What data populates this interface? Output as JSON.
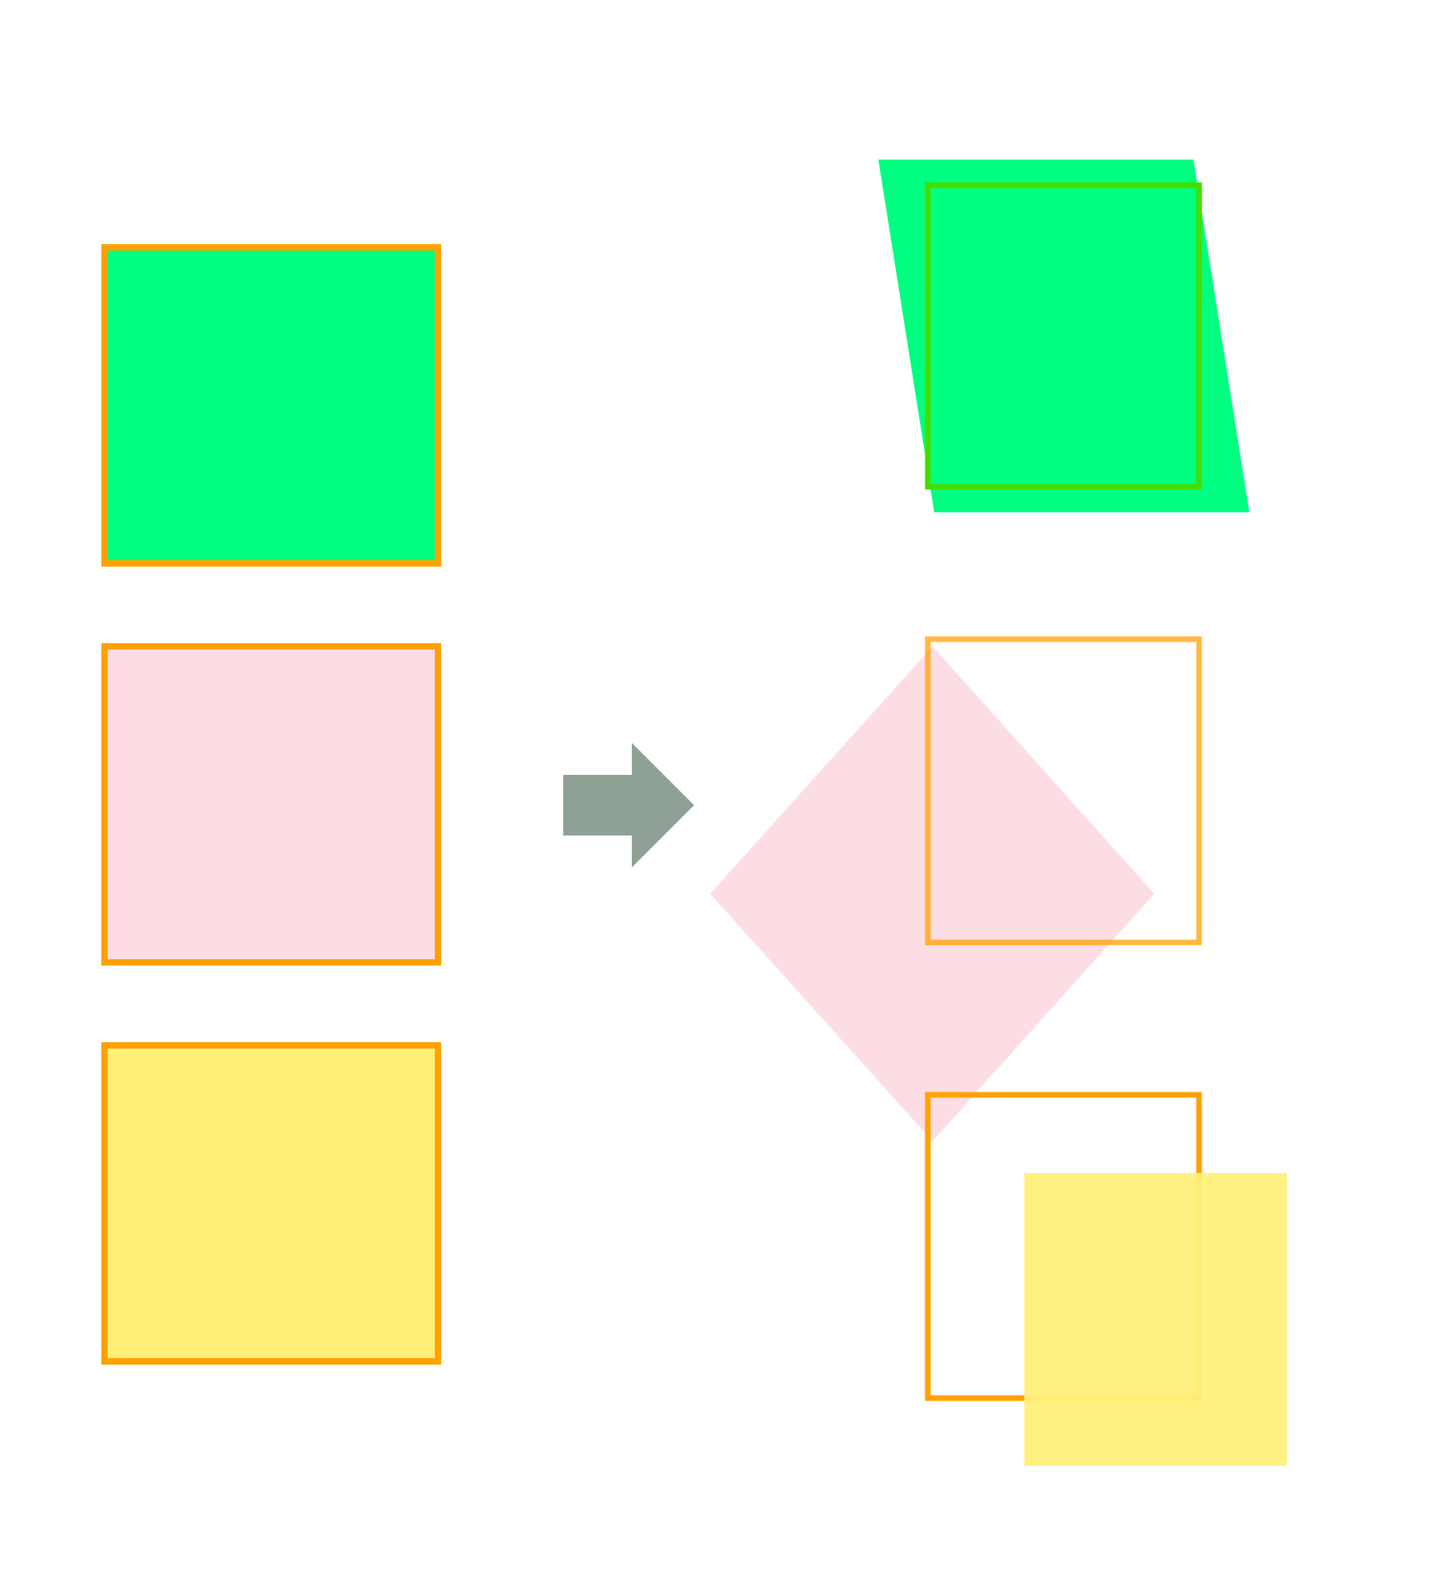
{
  "diagram": {
    "kind": "transformation-illustration",
    "colors": {
      "background": "#ffffff",
      "outline": "#ffa200",
      "green": "#00ff80",
      "pink": "#fddde4",
      "yellow": "#fff07a",
      "arrow": "#8fa094"
    },
    "original_shapes": [
      {
        "id": "green",
        "fill": "#00ff80",
        "shape": "square"
      },
      {
        "id": "pink",
        "fill": "#fddde4",
        "shape": "square"
      },
      {
        "id": "yellow",
        "fill": "#fff07a",
        "shape": "square"
      }
    ],
    "arrow": {
      "direction": "right"
    },
    "transformed_shapes": [
      {
        "id": "green",
        "transform": "skew",
        "fill": "#00ff80",
        "opacity": 1.0
      },
      {
        "id": "pink",
        "transform": "rotate",
        "fill": "#fddde4",
        "opacity": 1.0
      },
      {
        "id": "yellow",
        "transform": "translate",
        "fill": "#fff07a",
        "opacity": 1.0
      }
    ]
  }
}
